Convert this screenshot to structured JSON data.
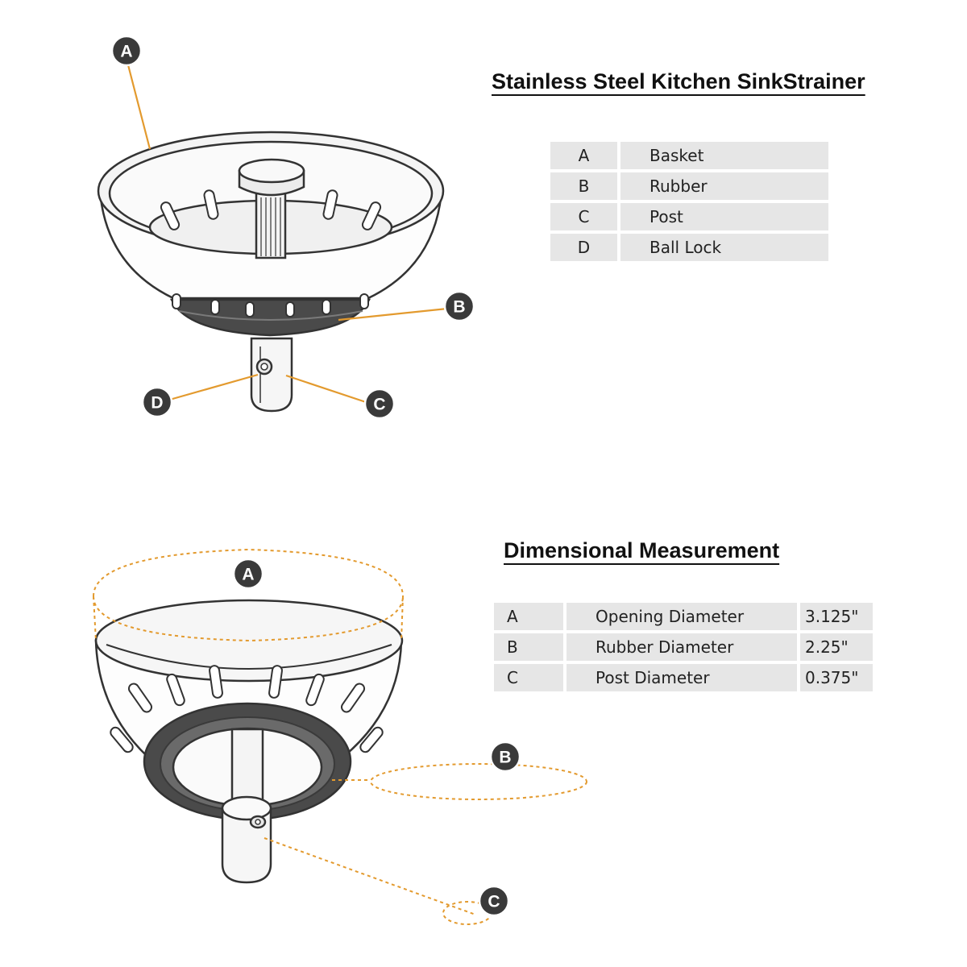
{
  "parts_section": {
    "title": "Stainless Steel Kitchen SinkStrainer",
    "rows": [
      {
        "key": "A",
        "label": "Basket"
      },
      {
        "key": "B",
        "label": "Rubber"
      },
      {
        "key": "C",
        "label": "Post"
      },
      {
        "key": "D",
        "label": "Ball Lock"
      }
    ]
  },
  "dimensions_section": {
    "title": "Dimensional Measurement",
    "rows": [
      {
        "key": "A",
        "label": "Opening Diameter",
        "value": "3.125\""
      },
      {
        "key": "B",
        "label": "Rubber Diameter",
        "value": "2.25\""
      },
      {
        "key": "C",
        "label": "Post Diameter",
        "value": "0.375\""
      }
    ]
  },
  "callouts": {
    "a": "A",
    "b": "B",
    "c": "C",
    "d": "D"
  },
  "colors": {
    "leader": "#e39a2e",
    "badge": "#3a3a3a",
    "table_bg": "#e6e6e6",
    "rubber": "#4a4a4a"
  }
}
